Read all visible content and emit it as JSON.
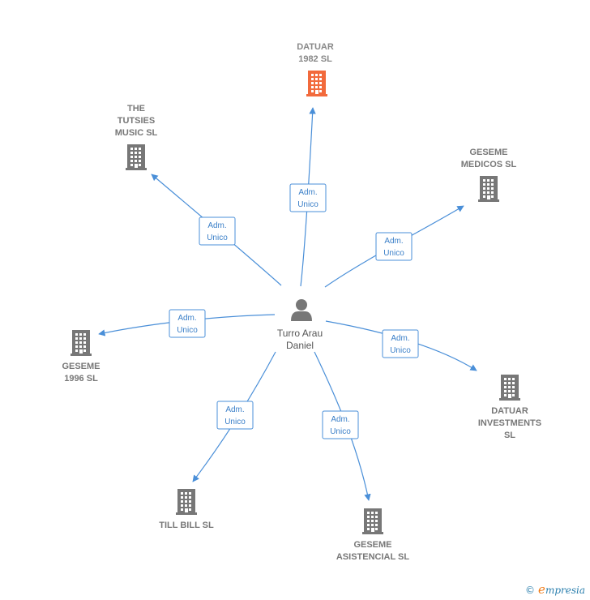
{
  "colors": {
    "edge": "#4a8fd8",
    "building": "#777777",
    "building_highlight": "#f26a3c"
  },
  "center": {
    "name": [
      "Turro Arau",
      "Daniel"
    ],
    "icon": "person-icon"
  },
  "nodes": [
    {
      "id": "datuar-1982",
      "label": [
        "DATUAR",
        "1982  SL"
      ],
      "highlight": true,
      "edge_label": [
        "Adm.",
        "Unico"
      ]
    },
    {
      "id": "the-tutsies",
      "label": [
        "THE",
        "TUTSIES",
        "MUSIC  SL"
      ],
      "highlight": false,
      "edge_label": [
        "Adm.",
        "Unico"
      ]
    },
    {
      "id": "geseme-medicos",
      "label": [
        "GESEME",
        "MEDICOS SL"
      ],
      "highlight": false,
      "edge_label": [
        "Adm.",
        "Unico"
      ]
    },
    {
      "id": "geseme-1996",
      "label": [
        "GESEME",
        "1996  SL"
      ],
      "highlight": false,
      "edge_label": [
        "Adm.",
        "Unico"
      ]
    },
    {
      "id": "datuar-investments",
      "label": [
        "DATUAR",
        "INVESTMENTS",
        "SL"
      ],
      "highlight": false,
      "edge_label": [
        "Adm.",
        "Unico"
      ]
    },
    {
      "id": "till-bill",
      "label": [
        "TILL BILL  SL"
      ],
      "highlight": false,
      "edge_label": [
        "Adm.",
        "Unico"
      ]
    },
    {
      "id": "geseme-asistencial",
      "label": [
        "GESEME",
        "ASISTENCIAL SL"
      ],
      "highlight": false,
      "edge_label": [
        "Adm.",
        "Unico"
      ]
    }
  ],
  "footer": {
    "copyright": "©",
    "brand_initial": "e",
    "brand_rest": "mpresia"
  }
}
